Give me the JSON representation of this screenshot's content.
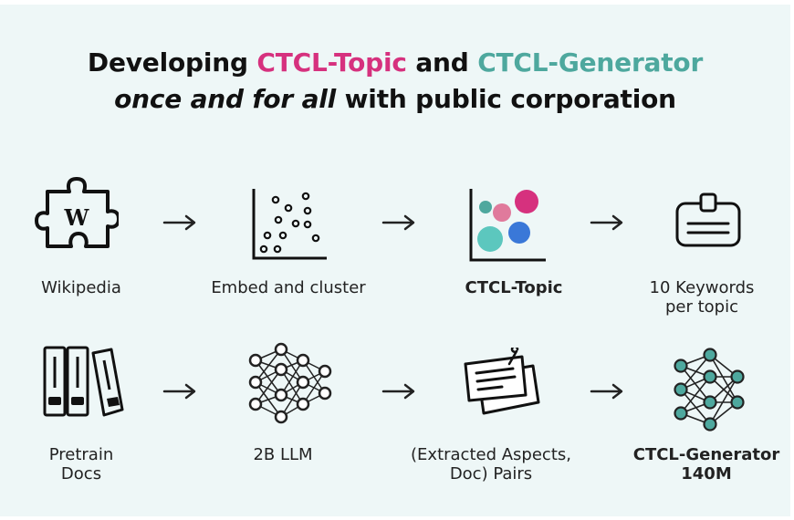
{
  "title": {
    "line1_part1": "Developing ",
    "line1_topic": "CTCL-Topic",
    "line1_and": " and ",
    "line1_generator": "CTCL-Generator",
    "line2_italic": "once and for all",
    "line2_rest": " with public corporation"
  },
  "row1": {
    "wikipedia": {
      "label": "Wikipedia",
      "icon": "puzzle-w-icon"
    },
    "embed": {
      "label": "Embed and cluster",
      "icon": "scatter-plot-icon"
    },
    "topic": {
      "label": "CTCL-Topic",
      "icon": "topic-bubbles-icon"
    },
    "keywords": {
      "label_line1": "10 Keywords",
      "label_line2": "per topic",
      "icon": "id-badge-icon"
    }
  },
  "row2": {
    "docs": {
      "label_line1": "Pretrain",
      "label_line2": "Docs",
      "icon": "binders-icon"
    },
    "llm": {
      "label": "2B LLM",
      "icon": "neural-network-icon"
    },
    "pairs": {
      "label_line1": "(Extracted Aspects,",
      "label_line2": "Doc) Pairs",
      "icon": "note-cards-icon"
    },
    "generator": {
      "label_line1": "CTCL-Generator",
      "label_line2": "140M",
      "icon": "small-network-icon"
    }
  },
  "colors": {
    "pink": "#d6317e",
    "teal": "#4ea89e",
    "background": "#eef7f7",
    "blue": "#3a78d8",
    "pink_light": "#e07a9c"
  }
}
